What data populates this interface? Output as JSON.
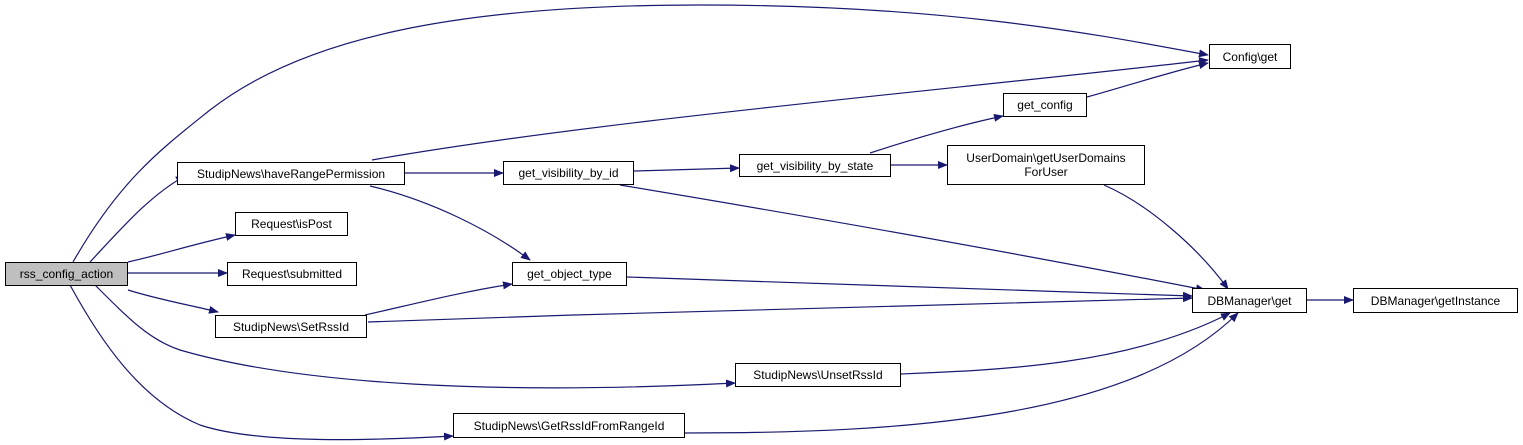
{
  "graph": {
    "edge_color": "#191970",
    "root_fill": "#bfbfbf",
    "nodes": {
      "rss_config_action": "rss_config_action",
      "have_range_permission": "StudipNews\\haveRangePermission",
      "request_is_post": "Request\\isPost",
      "request_submitted": "Request\\submitted",
      "set_rss_id": "StudipNews\\SetRssId",
      "unset_rss_id": "StudipNews\\UnsetRssId",
      "get_rss_id_from_range_id": "StudipNews\\GetRssIdFromRangeId",
      "get_visibility_by_id": "get_visibility_by_id",
      "get_object_type": "get_object_type",
      "get_visibility_by_state": "get_visibility_by_state",
      "get_config": "get_config",
      "get_user_domains_line1": "UserDomain\\getUserDomains",
      "get_user_domains_line2": "ForUser",
      "config_get": "Config\\get",
      "dbmanager_get": "DBManager\\get",
      "dbmanager_get_instance": "DBManager\\getInstance"
    },
    "edges": [
      [
        "rss_config_action",
        "config_get"
      ],
      [
        "rss_config_action",
        "have_range_permission"
      ],
      [
        "rss_config_action",
        "request_is_post"
      ],
      [
        "rss_config_action",
        "request_submitted"
      ],
      [
        "rss_config_action",
        "set_rss_id"
      ],
      [
        "rss_config_action",
        "unset_rss_id"
      ],
      [
        "rss_config_action",
        "get_rss_id_from_range_id"
      ],
      [
        "have_range_permission",
        "config_get"
      ],
      [
        "have_range_permission",
        "get_visibility_by_id"
      ],
      [
        "have_range_permission",
        "get_object_type"
      ],
      [
        "get_visibility_by_id",
        "get_visibility_by_state"
      ],
      [
        "get_visibility_by_id",
        "dbmanager_get"
      ],
      [
        "get_visibility_by_state",
        "get_config"
      ],
      [
        "get_visibility_by_state",
        "get_user_domains"
      ],
      [
        "get_config",
        "config_get"
      ],
      [
        "get_user_domains",
        "dbmanager_get"
      ],
      [
        "set_rss_id",
        "get_object_type"
      ],
      [
        "set_rss_id",
        "dbmanager_get"
      ],
      [
        "get_object_type",
        "dbmanager_get"
      ],
      [
        "unset_rss_id",
        "dbmanager_get"
      ],
      [
        "get_rss_id_from_range_id",
        "dbmanager_get"
      ],
      [
        "dbmanager_get",
        "dbmanager_get_instance"
      ]
    ]
  }
}
